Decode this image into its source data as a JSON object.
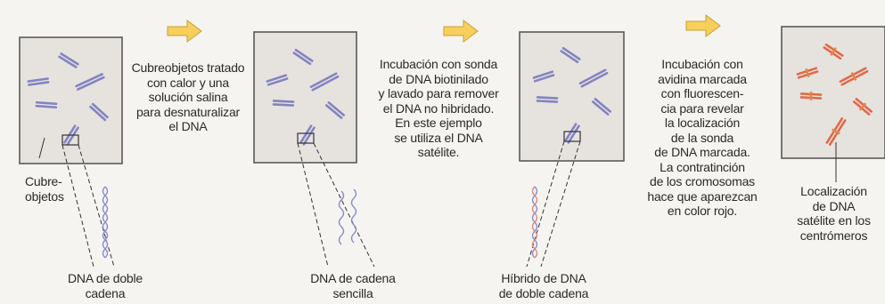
{
  "colors": {
    "background": "#f6f4f0",
    "slide_fill": "#e6e3df",
    "slide_border": "#5a5a5a",
    "arrow_fill": "#f7cf5c",
    "arrow_stroke": "#c8a032",
    "chromosome_blue": "#8484c0",
    "chromosome_red": "#e06a4a",
    "dna_strand_blue": "#8b8bd0",
    "dna_strand_red": "#d98a80"
  },
  "captions": {
    "step1": [
      "Cubreobjetos tratado",
      "con calor y una",
      "solución salina",
      "para desnaturalizar",
      "el DNA"
    ],
    "step2": [
      "Incubación con sonda",
      "de DNA biotinilado",
      "y lavado para remover",
      "el DNA no hibridado.",
      "En este ejemplo",
      "se utiliza el DNA",
      "satélite."
    ],
    "step3": [
      "Incubación con",
      "avidina marcada",
      "con fluorescen-",
      "cia para revelar",
      "la localización",
      "de la sonda",
      "de DNA marcada.",
      "La contratinción",
      "de los cromosomas",
      "hace que aparezcan",
      "en color rojo."
    ]
  },
  "labels": {
    "cubreobjetos": [
      "Cubre-",
      "objetos"
    ],
    "dna_doble": [
      "DNA de doble",
      "cadena"
    ],
    "dna_sencilla": [
      "DNA de cadena",
      "sencilla"
    ],
    "hibrido": [
      "Híbrido de DNA",
      "de doble cadena"
    ],
    "localizacion": [
      "Localización",
      "de DNA",
      "satélite en los",
      "centrómeros"
    ]
  }
}
